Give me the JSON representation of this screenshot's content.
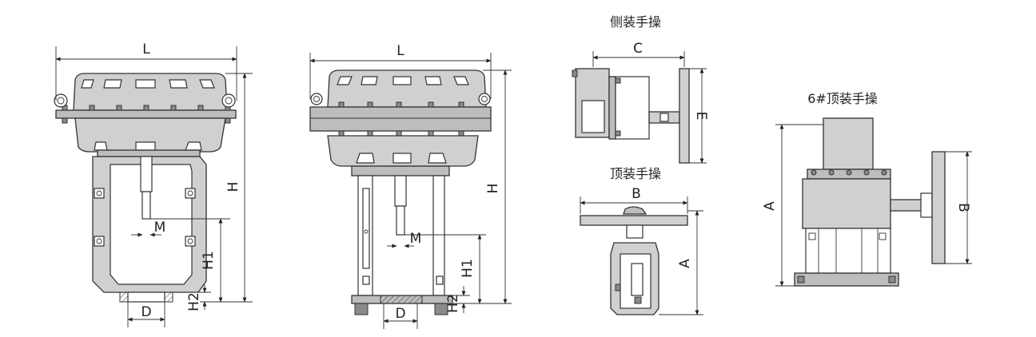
{
  "labels": {
    "L": "L",
    "H": "H",
    "M": "M",
    "H1": "H1",
    "H2": "H2",
    "D": "D",
    "C": "C",
    "E": "E",
    "B": "B",
    "A": "A"
  },
  "titles": {
    "side_handwheel": "侧装手操",
    "top_handwheel": "顶装手操",
    "top_handwheel_6": "6#顶装手操"
  },
  "colors": {
    "body": "#d0d0d0",
    "outline": "#333333",
    "background": "#ffffff"
  }
}
